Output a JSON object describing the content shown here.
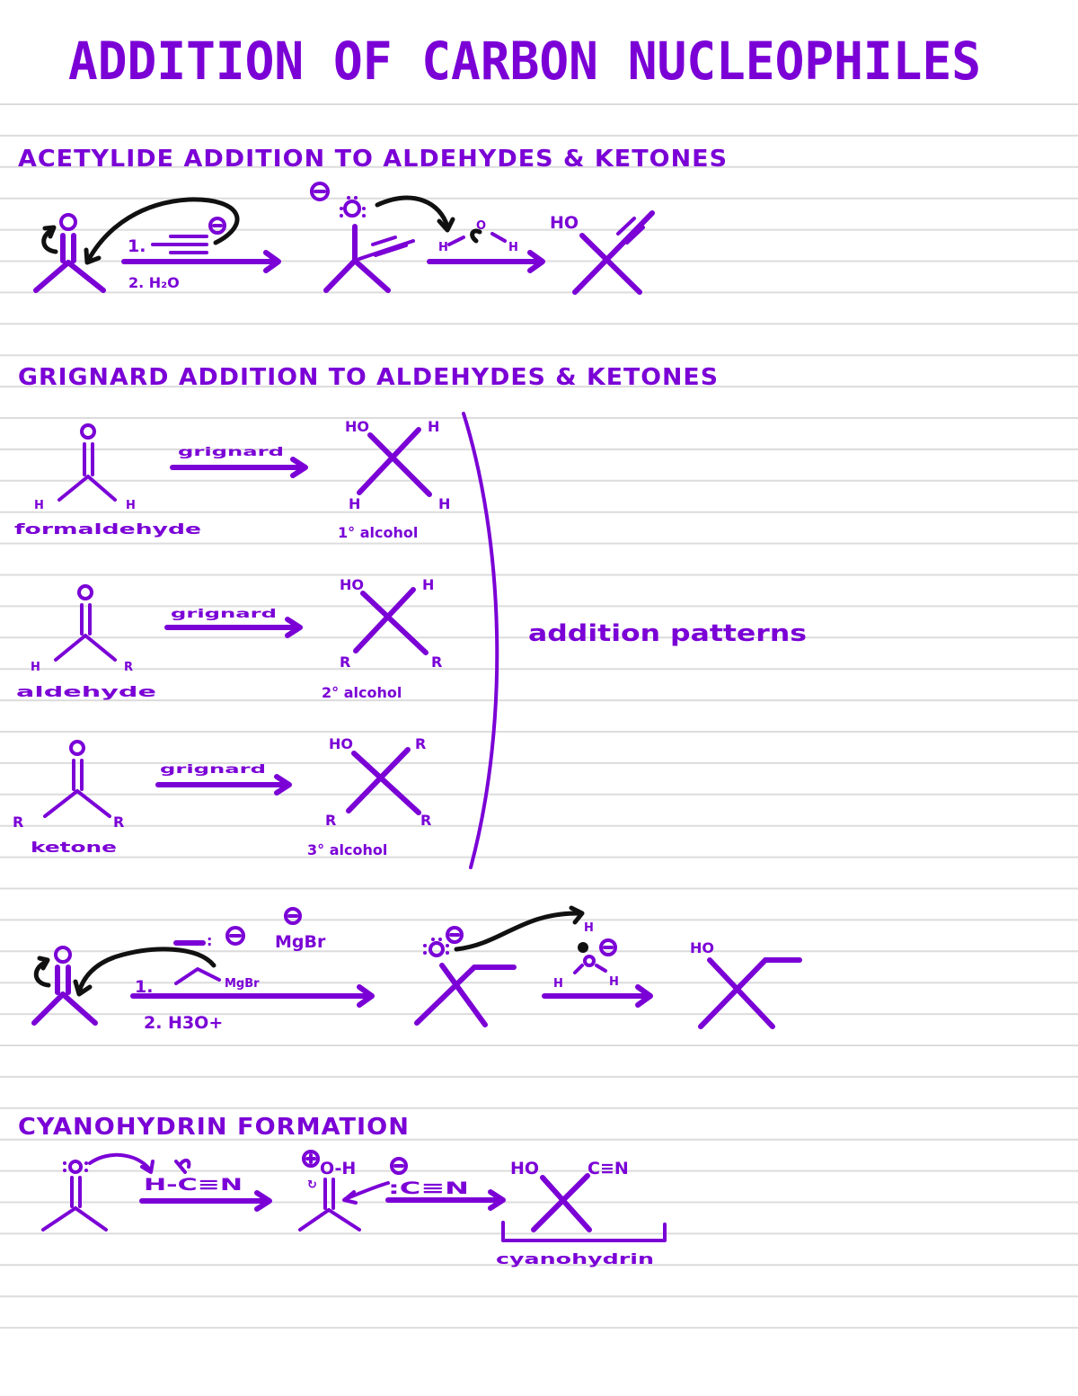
{
  "page": {
    "title": "ADDITION OF CARBON NUCLEOPHILES",
    "ink_color": "#7A00D6",
    "arrow_color": "#111111",
    "rule_color": "#DCDCDC"
  },
  "sections": {
    "acetylide": {
      "heading": "ACETYLIDE ADDITION TO ALDEHYDES & KETONES",
      "reactant_atom": "O",
      "reagent_step1": "1.",
      "reagent_step2": "2. H₂O",
      "charge": "⊖",
      "intermediate_atom": ":Ö:",
      "water_h_left": "H",
      "water_o": "O",
      "water_h_right": "H",
      "product_group": "HO"
    },
    "grignard": {
      "heading": "GRIGNARD ADDITION TO ALDEHYDES & KETONES",
      "side_note": "addition patterns",
      "rows": [
        {
          "carbonyl_o": "O",
          "left_sub": "H",
          "right_sub": "H",
          "reactant_name": "formaldehyde",
          "arrow_label": "grignard",
          "product_top_left": "HO",
          "product_top_right": "H",
          "product_bottom_left": "H",
          "product_bottom_right": "H",
          "product_name": "1° alcohol"
        },
        {
          "carbonyl_o": "O",
          "left_sub": "H",
          "right_sub": "R",
          "reactant_name": "aldehyde",
          "arrow_label": "grignard",
          "product_top_left": "HO",
          "product_top_right": "H",
          "product_bottom_left": "R",
          "product_bottom_right": "R",
          "product_name": "2° alcohol"
        },
        {
          "carbonyl_o": "O",
          "left_sub": "R",
          "right_sub": "R",
          "reactant_name": "ketone",
          "arrow_label": "grignard",
          "product_top_left": "HO",
          "product_top_right": "R",
          "product_bottom_left": "R",
          "product_bottom_right": "R",
          "product_name": "3° alcohol"
        }
      ]
    },
    "grignard_mechanism": {
      "reactant_atom": "O",
      "carbanion": "—:⊖",
      "counterion": "⊕ MgBr",
      "reagent_step1": "1.",
      "reagent_mgbr": "MgBr",
      "reagent_step2": "2. H3O+",
      "intermediate_atom": ":Ö:",
      "charge": "⊖",
      "hydronium_h_top": "H",
      "hydronium_o": "O",
      "hydronium_charge": "⊕",
      "hydronium_h_left": "H",
      "hydronium_h_right": "H",
      "product_group": "HO"
    },
    "cyanohydrin": {
      "heading": "CYANOHYDRIN FORMATION",
      "reactant_atom": ":O:",
      "reagent": "H-C≡N",
      "intermediate_charge": "⊕",
      "intermediate_group": "O-H",
      "cyanide_charge": "⊖",
      "cyanide": ":C≡N",
      "product_left": "HO",
      "product_right": "C≡N",
      "product_name": "cyanohydrin"
    }
  }
}
